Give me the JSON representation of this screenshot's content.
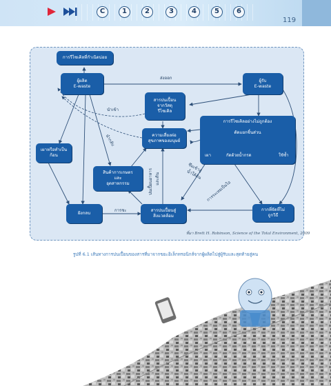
{
  "page": {
    "number": "119"
  },
  "nav": {
    "items": [
      "C",
      "1",
      "2",
      "3",
      "4",
      "5",
      "6"
    ]
  },
  "diagram": {
    "nodes": {
      "recycled_goods": "การรีไซเคิลที่กำเนิดบ่อย",
      "producer_l1": "ผู้ผลิต",
      "producer_l2": "E-waste",
      "receiver_l1": "ผู้รับ",
      "receiver_l2": "E-waste",
      "recycled_material_l1": "สารปนเปื้อน",
      "recycled_material_l2": "จากวัสดุ",
      "recycled_material_l3": "รีไซเคิล",
      "risk_l1": "ความเสี่ยงต่อ",
      "risk_l2": "สุขภาพของมนุษย์",
      "informal_recycling": "การรีไซเคิลอย่างไม่ถูกต้อง",
      "sub_method": "ตัดแยกชิ้นส่วน",
      "sub_a": "เผา",
      "sub_b": "กัดด้วยน้ำกรด",
      "sub_c": "ใช้ซ้ำ",
      "store_l1": "เผาหรือทำเป็น",
      "store_l2": "ก้อน",
      "agri_l1": "สินค้าการเกษตร",
      "agri_l2": "และ",
      "agri_l3": "อุตสาหกรรม",
      "landfill": "ฝังกลบ",
      "env_l1": "สารปนเปื้อนสู่",
      "env_l2": "สิ่งแวดล้อม",
      "residue_l1": "กากที่จัดที่ไม่",
      "residue_l2": "ถูกวิธี"
    },
    "labels": {
      "export": "ส่งออก",
      "import": "นำเข้า",
      "reuse": "นำกลับ",
      "food_chain_l1": "ปนเปื้อนอาหาร",
      "food_chain_l2": "และดิน",
      "enter_l1": "ซึมเข้าสู่",
      "enter_l2": "น้ำใต้ดิน",
      "emission": "การระเหยเป็นไอ",
      "waste": "การชะ"
    },
    "source": "ที่มา Brett H. Robinson, Science of the Total Environment, 2009"
  },
  "caption": "รูปที่ 6.1 เส้นทางการปนเปื้อนของสารที่มาจากขยะอิเล็กทรอนิกส์จากผู้ผลิตไปสู่ผู้รับและสุดท้ายสู่คน"
}
